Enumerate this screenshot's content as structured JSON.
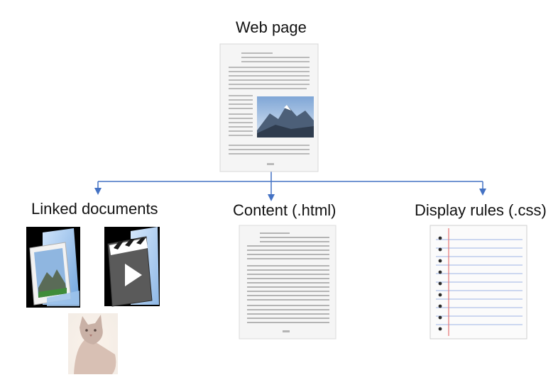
{
  "root": {
    "label": "Web page"
  },
  "branches": [
    {
      "label": "Linked documents",
      "icon": "linked-documents-icon"
    },
    {
      "label": "Content (.html)",
      "icon": "html-document-icon"
    },
    {
      "label": "Display rules (.css)",
      "icon": "lined-notepad-icon"
    }
  ],
  "colors": {
    "arrow": "#4472c4",
    "text": "#111111",
    "notepad_line": "#9db3e6",
    "notepad_margin": "#e57373"
  },
  "icons": [
    "web-page-document-icon",
    "photo-folder-icon",
    "video-folder-icon",
    "cat-photo-icon",
    "html-document-icon",
    "lined-notepad-icon"
  ]
}
